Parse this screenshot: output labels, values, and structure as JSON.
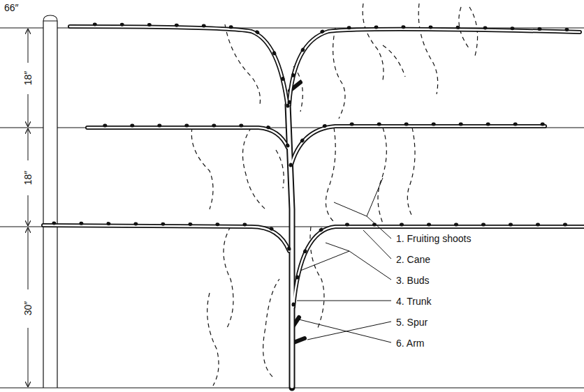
{
  "diagram": {
    "labels": [
      "66″",
      "18″",
      "18″",
      "30″",
      "1. Fruiting shoots",
      "2. Cane",
      "3. Buds",
      "4. Trunk",
      "5. Spur",
      "6. Arm"
    ]
  }
}
